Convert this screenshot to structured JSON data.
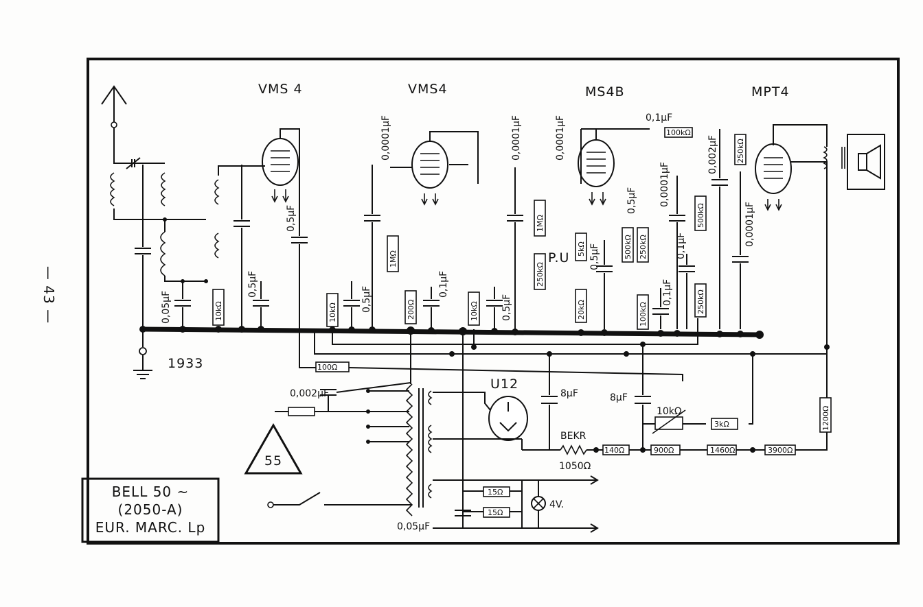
{
  "page": {
    "number": "— 43 —",
    "year": "1933",
    "badge": "55"
  },
  "tubes": {
    "rf1": "VMS 4",
    "rf2": "VMS4",
    "detector": "MS4B",
    "output": "MPT4",
    "rectifier": "U12"
  },
  "info_box": {
    "line1": "BELL 50 ~",
    "line2": "(2050-A)",
    "line3": "EUR. MARC. Lp"
  },
  "labels": {
    "c_005_a": "0,05μF",
    "r_10k_a": "10kΩ",
    "c_05_a": "0,5μF",
    "c_05_b": "0,5μF",
    "c_0001_a": "0,0001μF",
    "r_1m_a": "1MΩ",
    "r_200": "200Ω",
    "c_01_a": "0,1μF",
    "r_10k_b": "10kΩ",
    "c_05_c": "0,5μF",
    "c_0001_b": "0,0001μF",
    "r_1m_b": "1MΩ",
    "r_250k_a": "250kΩ",
    "pu": "P.U",
    "c_0001_c": "0,0001μF",
    "r_5k": "5kΩ",
    "c_05_d": "0,5μF",
    "r_20k": "20kΩ",
    "c_01_top": "0,1μF",
    "r_100k_top": "100kΩ",
    "c_05_e": "0,5μF",
    "r_500k_a": "500kΩ",
    "r_250k_b": "250kΩ",
    "r_100k_b": "100kΩ",
    "c_01_b": "0,1μF",
    "c_0001_d": "0,0001μF",
    "c_01_c": "0,1μF",
    "r_500k_b": "500kΩ",
    "r_250k_c": "250kΩ",
    "c_0002_a": "0,002μF",
    "r_250k_d": "250kΩ",
    "c_0001_e": "0,0001μF",
    "r_100_a": "100Ω",
    "c_0002_b": "0,002μF",
    "c_8_a": "8μF",
    "c_8_b": "8μF",
    "pot_10k": "10kΩ",
    "r_3k": "3kΩ",
    "bekr": "BEKR",
    "r_1050": "1050Ω",
    "r_140": "140Ω",
    "r_900": "900Ω",
    "r_1460": "1460Ω",
    "r_3900": "3900Ω",
    "r_1200": "1200Ω",
    "r_15_a": "15Ω",
    "r_15_b": "15Ω",
    "lamp": "4V.",
    "c_005_b": "0,05μF"
  }
}
